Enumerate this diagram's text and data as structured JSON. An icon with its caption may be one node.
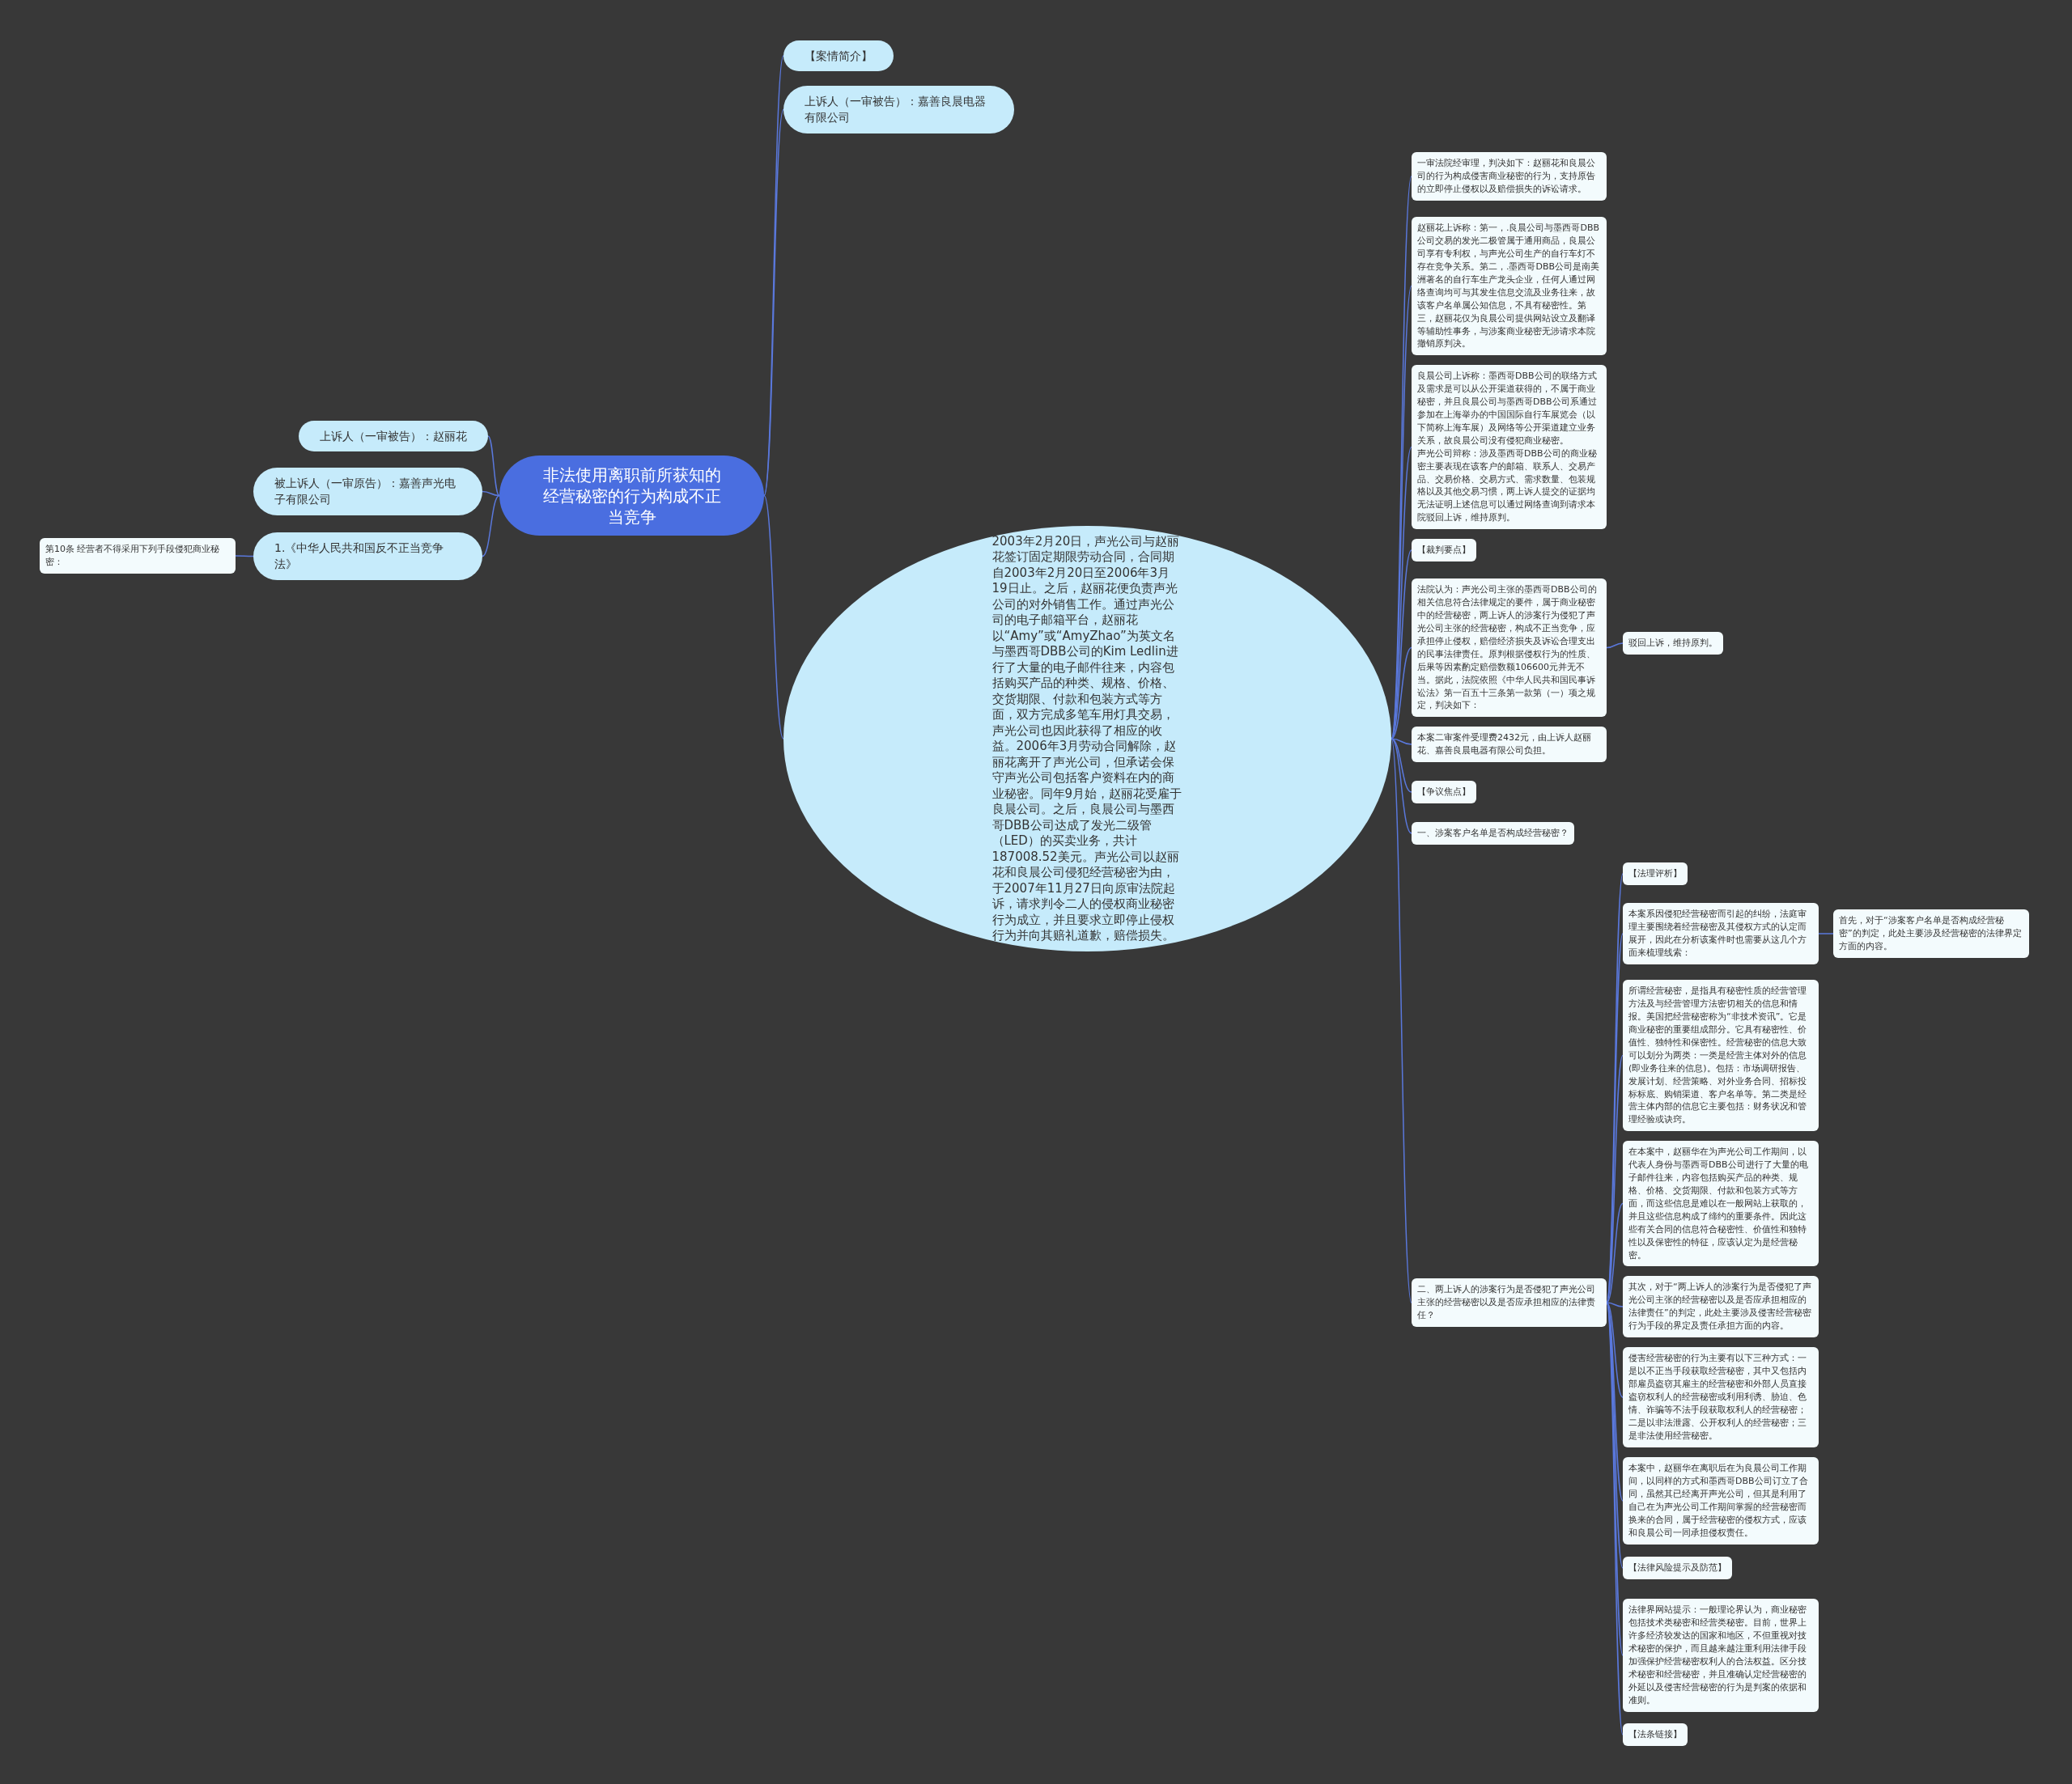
{
  "diagram": {
    "nodes": [
      {
        "text": [
          "非法使用离职前所获知的经营秘密的行为构成不正当竞争"
        ]
      },
      {
        "text": [
          "【案情简介】"
        ]
      },
      {
        "text": [
          "上诉人（一审被告）：嘉善良晨电器有限公司"
        ]
      },
      {
        "text": [
          "上诉人（一审被告）：赵丽花"
        ]
      },
      {
        "text": [
          "被上诉人（一审原告）：嘉善声光电子有限公司"
        ]
      },
      {
        "text": [
          "1.《中华人民共和国反不正当竞争法》"
        ]
      },
      {
        "text": [
          "第10条 经营者不得采用下列手段侵犯商业秘密："
        ]
      },
      {
        "text": [
          "2003年2月20日，声光公司与赵丽花签订固定期限劳动合同，合同期自2003年2月20日至2006年3月19日止。之后，赵丽花便负责声光公司的对外销售工作。通过声光公司的电子邮箱平台，赵丽花以“Amy”或“AmyZhao”为英文名与墨西哥DBB公司的Kim Ledlin进行了大量的电子邮件往来，内容包括购买产品的种类、规格、价格、交货期限、付款和包装方式等方面，双方完成多笔车用灯具交易，声光公司也因此获得了相应的收益。2006年3月劳动合同解除，赵丽花离开了声光公司，但承诺会保守声光公司包括客户资料在内的商业秘密。同年9月始，赵丽花受雇于良晨公司。之后，良晨公司与墨西哥DBB公司达成了发光二级管（LED）的买卖业务，共计187008.52美元。声光公司以赵丽花和良晨公司侵犯经营秘密为由，于2007年11月27日向原审法院起诉，请求判令二人的侵权商业秘密行为成立，并且要求立即停止侵权行为并向其赔礼道歉，赔偿损失。"
        ]
      },
      {
        "text": [
          "一审法院经审理，判决如下：赵丽花和良晨公司的行为构成侵害商业秘密的行为，支持原告的立即停止侵权以及赔偿损失的诉讼请求。"
        ]
      },
      {
        "text": [
          "赵丽花上诉称：第一，.良晨公司与墨西哥DBB公司交易的发光二极管属于通用商品，良晨公司享有专利权，与声光公司生产的自行车灯不存在竞争关系。第二，.墨西哥DBB公司是南美洲著名的自行车生产龙头企业，任何人通过网络查询均可与其发生信息交流及业务往来，故该客户名单属公知信息，不具有秘密性。第三，赵丽花仅为良晨公司提供网站设立及翻译等辅助性事务，与涉案商业秘密无涉请求本院撤销原判决。"
        ]
      },
      {
        "text": [
          "良晨公司上诉称：墨西哥DBB公司的联络方式及需求是可以从公开渠道获得的，不属于商业秘密，并且良晨公司与墨西哥DBB公司系通过参加在上海举办的中国国际自行车展览会（以下简称上海车展）及网络等公开渠道建立业务关系，故良晨公司没有侵犯商业秘密。",
          "声光公司辩称：涉及墨西哥DBB公司的商业秘密主要表现在该客户的邮箱、联系人、交易产品、交易价格、交易方式、需求数量、包装规格以及其他交易习惯，两上诉人提交的证据均无法证明上述信息可以通过网络查询到请求本院驳回上诉，维持原判。"
        ]
      },
      {
        "text": [
          "【裁判要点】"
        ]
      },
      {
        "text": [
          "法院认为：声光公司主张的墨西哥DBB公司的相关信息符合法律规定的要件，属于商业秘密中的经营秘密，两上诉人的涉案行为侵犯了声光公司主张的经营秘密，构成不正当竞争，应承担停止侵权，赔偿经济损失及诉讼合理支出的民事法律责任。原判根据侵权行为的性质、后果等因素酌定赔偿数额106600元并无不当。据此，法院依照《中华人民共和国民事诉讼法》第一百五十三条第一款第（一）项之规定，判决如下："
        ]
      },
      {
        "text": [
          "驳回上诉，维持原判。"
        ]
      },
      {
        "text": [
          "本案二审案件受理费2432元，由上诉人赵丽花、嘉善良晨电器有限公司负担。"
        ]
      },
      {
        "text": [
          "【争议焦点】"
        ]
      },
      {
        "text": [
          "一、涉案客户名单是否构成经营秘密？"
        ]
      },
      {
        "text": [
          "二、两上诉人的涉案行为是否侵犯了声光公司主张的经营秘密以及是否应承担相应的法律责任？"
        ]
      },
      {
        "text": [
          "【法理评析】"
        ]
      },
      {
        "text": [
          "本案系因侵犯经营秘密而引起的纠纷，法庭审理主要围绕着经营秘密及其侵权方式的认定而展开，因此在分析该案件时也需要从这几个方面来梳理线索："
        ]
      },
      {
        "text": [
          "首先，对于“涉案客户名单是否构成经营秘密”的判定，此处主要涉及经营秘密的法律界定方面的内容。"
        ]
      },
      {
        "text": [
          "所谓经营秘密，是指具有秘密性质的经营管理方法及与经营管理方法密切相关的信息和情报。美国把经营秘密称为“非技术资讯”。它是商业秘密的重要组成部分。它具有秘密性、价值性、独特性和保密性。经营秘密的信息大致可以划分为两类：一类是经营主体对外的信息(即业务往来的信息)。包括：市场调研报告、发展计划、经营策略、对外业务合同、招标投标标底、购销渠道、客户名单等。第二类是经营主体内部的信息它主要包括：财务状况和管理经验或诀窍。"
        ]
      },
      {
        "text": [
          "在本案中，赵丽华在为声光公司工作期间，以代表人身份与墨西哥DBB公司进行了大量的电子邮件往来，内容包括购买产品的种类、规格、价格、交货期限、付款和包装方式等方面，而这些信息是难以在一般网站上获取的，并且这些信息构成了缔约的重要条件。因此这些有关合同的信息符合秘密性、价值性和独特性以及保密性的特征，应该认定为是经营秘密。"
        ]
      },
      {
        "text": [
          "其次，对于“两上诉人的涉案行为是否侵犯了声光公司主张的经营秘密以及是否应承担相应的法律责任”的判定，此处主要涉及侵害经营秘密行为手段的界定及责任承担方面的内容。"
        ]
      },
      {
        "text": [
          "侵害经营秘密的行为主要有以下三种方式：一是以不正当手段获取经营秘密，其中又包括内部雇员盗窃其雇主的经营秘密和外部人员直接盗窃权利人的经营秘密或利用利诱、胁迫、色情、诈骗等不法手段获取权利人的经营秘密；二是以非法泄露、公开权利人的经营秘密；三是非法使用经营秘密。"
        ]
      },
      {
        "text": [
          "本案中，赵丽华在离职后在为良晨公司工作期间，以同样的方式和墨西哥DBB公司订立了合同，虽然其已经离开声光公司，但其是利用了自己在为声光公司工作期间掌握的经营秘密而换来的合同，属于经营秘密的侵权方式，应该和良晨公司一同承担侵权责任。"
        ]
      },
      {
        "text": [
          "【法律风险提示及防范】"
        ]
      },
      {
        "text": [
          "法律界网站提示：一般理论界认为，商业秘密包括技术类秘密和经营类秘密。目前，世界上许多经济较发达的国家和地区，不但重视对技术秘密的保护，而且越来越注重利用法律手段加强保护经营秘密权利人的合法权益。区分技术秘密和经营秘密，并且准确认定经营秘密的外延以及侵害经营秘密的行为是判案的依据和准则。"
        ]
      },
      {
        "text": [
          "【法条链接】"
        ]
      }
    ],
    "edges": [
      {
        "from": 0,
        "to": 1,
        "arrow": "none"
      },
      {
        "from": 0,
        "to": 2,
        "arrow": "none"
      },
      {
        "from": 0,
        "to": 3,
        "arrow": "none"
      },
      {
        "from": 0,
        "to": 4,
        "arrow": "none"
      },
      {
        "from": 0,
        "to": 5,
        "arrow": "none"
      },
      {
        "from": 5,
        "to": 6,
        "arrow": "none"
      },
      {
        "from": 0,
        "to": 7,
        "arrow": "none"
      },
      {
        "from": 7,
        "to": 8,
        "arrow": "none"
      },
      {
        "from": 7,
        "to": 9,
        "arrow": "none"
      },
      {
        "from": 7,
        "to": 10,
        "arrow": "none"
      },
      {
        "from": 7,
        "to": 11,
        "arrow": "none"
      },
      {
        "from": 7,
        "to": 12,
        "arrow": "none"
      },
      {
        "from": 12,
        "to": 13,
        "arrow": "none"
      },
      {
        "from": 7,
        "to": 14,
        "arrow": "none"
      },
      {
        "from": 7,
        "to": 15,
        "arrow": "none"
      },
      {
        "from": 7,
        "to": 16,
        "arrow": "none"
      },
      {
        "from": 7,
        "to": 17,
        "arrow": "none"
      },
      {
        "from": 17,
        "to": 18,
        "arrow": "none"
      },
      {
        "from": 17,
        "to": 19,
        "arrow": "none"
      },
      {
        "from": 19,
        "to": 20,
        "arrow": "none"
      },
      {
        "from": 17,
        "to": 21,
        "arrow": "none"
      },
      {
        "from": 17,
        "to": 22,
        "arrow": "none"
      },
      {
        "from": 17,
        "to": 23,
        "arrow": "none"
      },
      {
        "from": 17,
        "to": 24,
        "arrow": "none"
      },
      {
        "from": 17,
        "to": 25,
        "arrow": "none"
      },
      {
        "from": 17,
        "to": 26,
        "arrow": "none"
      },
      {
        "from": 17,
        "to": 27,
        "arrow": "none"
      },
      {
        "from": 17,
        "to": 28,
        "arrow": "none"
      }
    ]
  }
}
